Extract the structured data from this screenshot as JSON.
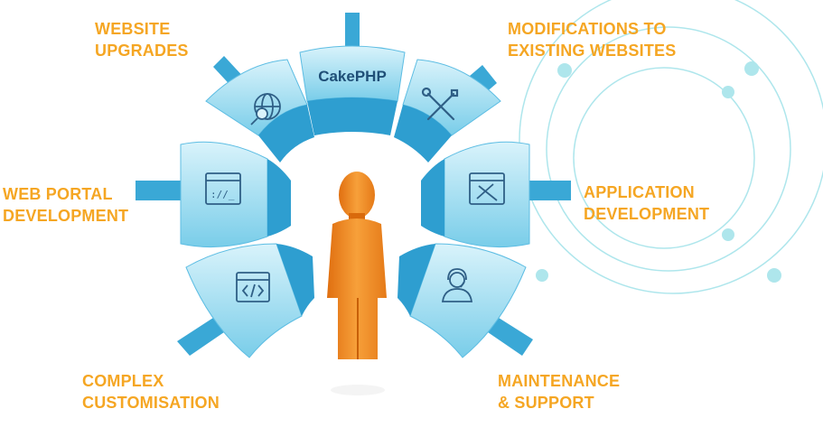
{
  "hub": {
    "logo_text": "CakePHP"
  },
  "services": {
    "website_upgrades": {
      "line1": "WEBSITE",
      "line2": "UPGRADES",
      "icon": "globe-search-icon"
    },
    "modifications": {
      "line1": "MODIFICATIONS TO",
      "line2": "EXISTING WEBSITES",
      "icon": "tools-icon"
    },
    "web_portal": {
      "line1": "WEB PORTAL",
      "line2": "DEVELOPMENT",
      "icon": "terminal-window-icon"
    },
    "application": {
      "line1": "APPLICATION",
      "line2": "DEVELOPMENT",
      "icon": "design-window-icon"
    },
    "customisation": {
      "line1": "COMPLEX",
      "line2": "CUSTOMISATION",
      "icon": "code-window-icon"
    },
    "maintenance": {
      "line1": "MAINTENANCE",
      "line2": "& SUPPORT",
      "icon": "support-agent-icon"
    }
  },
  "colors": {
    "label": "#f5a623",
    "segment_light": "#c8ecf8",
    "segment_mid": "#7fd2ee",
    "segment_dark": "#2a9fcf",
    "figure": "#f28c1e",
    "orbit": "#9fe0e8",
    "icon": "#2f5f86"
  }
}
